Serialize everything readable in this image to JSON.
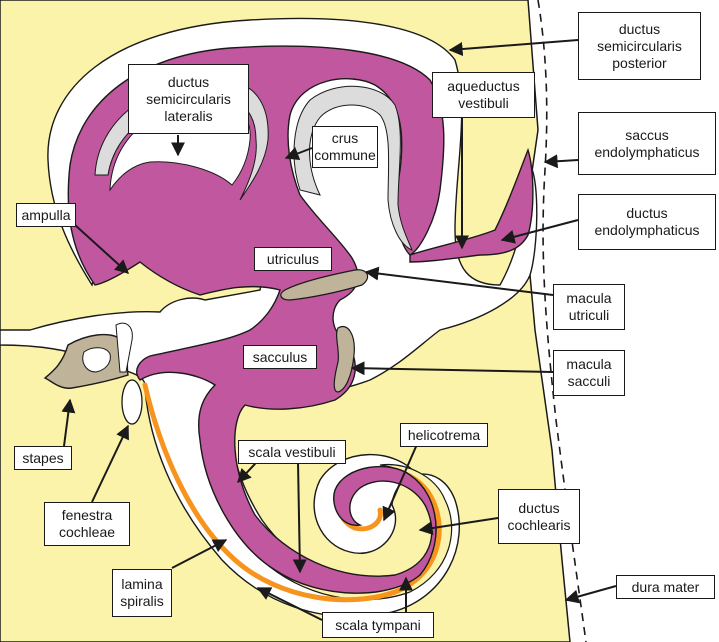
{
  "labels": {
    "ductus_semicircularis_posterior": "ductus\nsemicircularis\nposterior",
    "ductus_semicircularis_lateralis": "ductus\nsemicircularis\nlateralis",
    "aqueductus_vestibuli": "aqueductus\nvestibuli",
    "crus_commune": "crus\ncommune",
    "saccus_endolymphaticus": "saccus\nendolymphaticus",
    "ductus_endolymphaticus": "ductus\nendolymphaticus",
    "ampulla": "ampulla",
    "utriculus": "utriculus",
    "macula_utriculi": "macula\nutriculi",
    "sacculus": "sacculus",
    "macula_sacculi": "macula\nsacculi",
    "helicotrema": "helicotrema",
    "scala_vestibuli": "scala vestibuli",
    "stapes": "stapes",
    "ductus_cochlearis": "ductus\ncochlearis",
    "fenestra_cochleae": "fenestra\ncochleae",
    "lamina_spiralis": "lamina\nspiralis",
    "dura_mater": "dura mater",
    "scala_tympani": "scala tympani"
  },
  "colors": {
    "bone": "#fbf3a9",
    "endolymph": "#c1589f",
    "perilymph_gap": "#ffffff",
    "ampulla_grey": "#dcdcdc",
    "macula": "#bfb39a",
    "lamina_orange": "#f7941d",
    "outline": "#1a1a1a"
  }
}
